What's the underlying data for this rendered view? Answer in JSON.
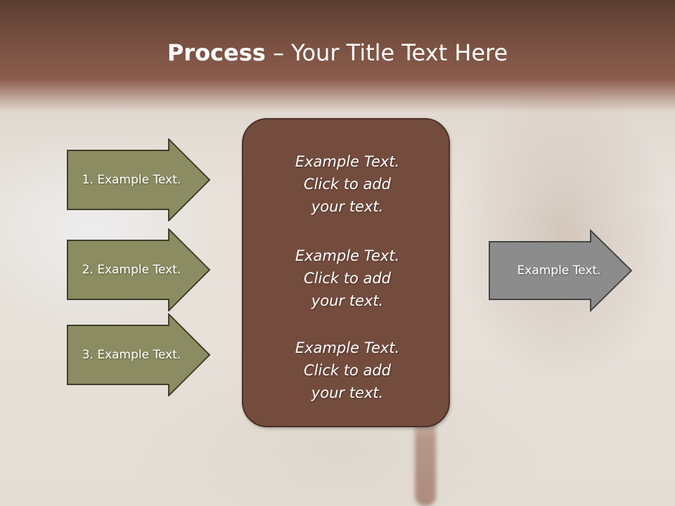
{
  "title": {
    "bold": "Process",
    "rest": " – Your Title Text Here"
  },
  "left_steps": [
    {
      "label": "1. Example Text."
    },
    {
      "label": "2. Example Text."
    },
    {
      "label": "3. Example Text."
    }
  ],
  "center_blocks": [
    {
      "line1": "Example Text.",
      "line2": "Click  to add",
      "line3": "your text."
    },
    {
      "line1": "Example Text.",
      "line2": "Click  to add",
      "line3": "your text."
    },
    {
      "line1": "Example Text.",
      "line2": "Click  to add",
      "line3": "your text."
    }
  ],
  "right_arrow": {
    "label": "Example Text."
  },
  "colors": {
    "header": "#7a5142",
    "left_arrow_fill": "#8c8c62",
    "center_box_fill": "#734c3e",
    "right_arrow_fill": "#8c8c8c"
  }
}
